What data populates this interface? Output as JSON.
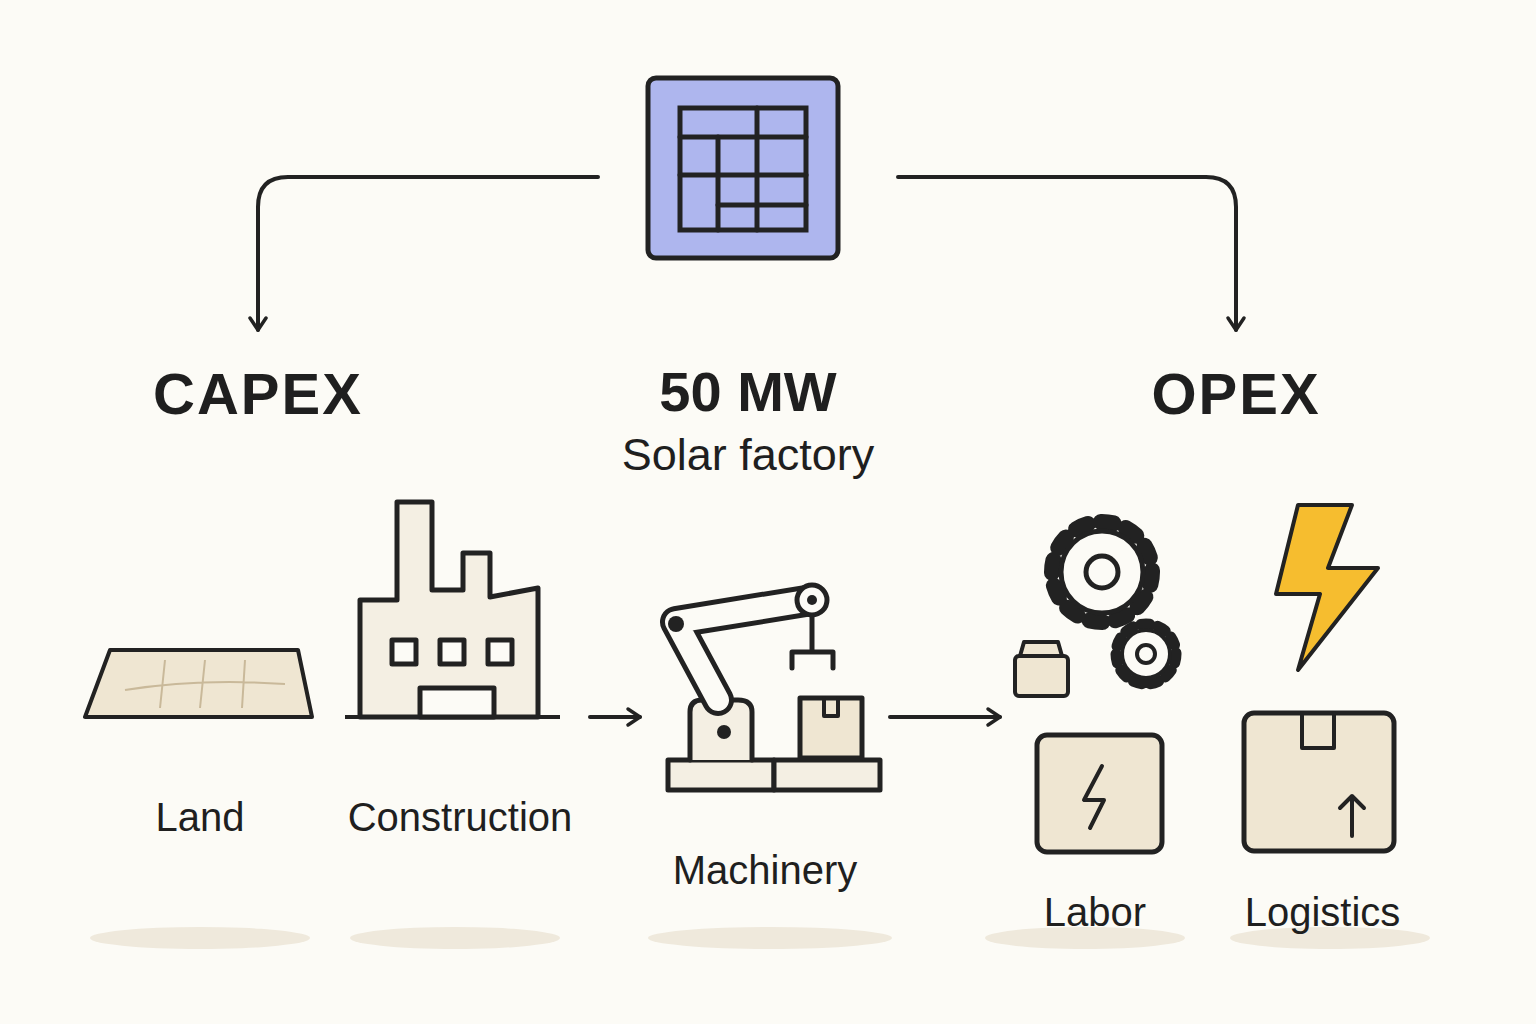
{
  "diagram": {
    "nodes": [
      {
        "text": [
          "50 MW",
          "Solar factory"
        ]
      },
      {
        "text": [
          "CAPEX"
        ]
      },
      {
        "text": [
          "OPEX"
        ]
      },
      {
        "text": [
          "Land"
        ]
      },
      {
        "text": [
          "Construction"
        ]
      },
      {
        "text": [
          "Machinery"
        ]
      },
      {
        "text": [
          "Labor"
        ]
      },
      {
        "text": [
          "Logistics"
        ]
      }
    ],
    "edges": [
      {
        "from": 0,
        "to": 1,
        "arrow": "to"
      },
      {
        "from": 0,
        "to": 2,
        "arrow": "to"
      },
      {
        "from": 4,
        "to": 5,
        "arrow": "to"
      },
      {
        "from": 5,
        "to": 6,
        "arrow": "to"
      }
    ]
  }
}
